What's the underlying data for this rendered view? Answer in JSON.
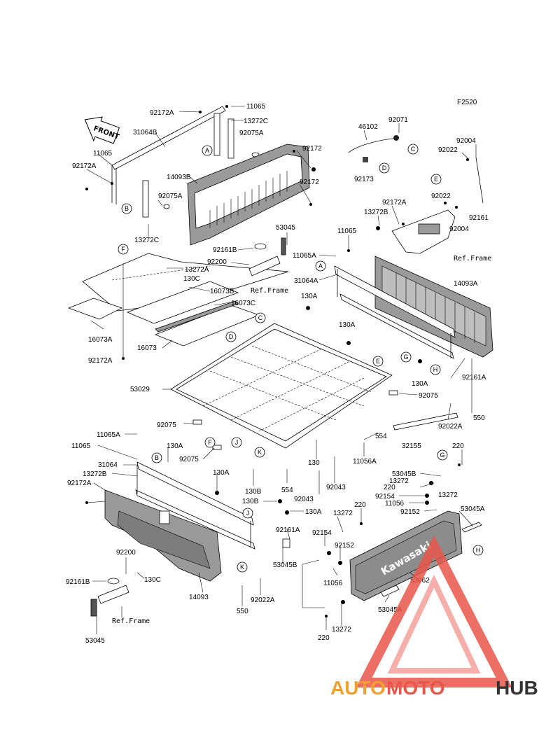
{
  "diagram_code": "F2520",
  "front_label": "FRONT",
  "brand_text": "Kawasaki",
  "watermark": {
    "auto": "AUTO",
    "moto": "MOTO",
    "hub": "HUB",
    "color_main": "#e8564a",
    "color_light": "#f29a94",
    "color_dark": "#333333"
  },
  "ref_frame_1": "Ref.Frame",
  "ref_frame_2": "Ref.Frame",
  "ref_frame_3": "Ref.Frame",
  "labels": {
    "l11065_1": "11065",
    "l92172A_1": "92172A",
    "l13272C_1": "13272C",
    "l31064B": "31064B",
    "l92075A_1": "92075A",
    "l11065_2": "11065",
    "l92172A_2": "92172A",
    "l92075A_2": "92075A",
    "l13272C_2": "13272C",
    "l14093B": "14093B",
    "l92172_1": "92172",
    "l92172_2": "92172",
    "l46102": "46102",
    "l92071": "92071",
    "l92173": "92173",
    "l92004_1": "92004",
    "l92022_1": "92022",
    "l92022_2": "92022",
    "l92161_1": "92161",
    "l92004_2": "92004",
    "l92172A_3": "92172A",
    "l13272B_1": "13272B",
    "l53045_1": "53045",
    "l92161B_1": "92161B",
    "l92200_1": "92200",
    "l130C_1": "130C",
    "l11065_3": "11065",
    "l11065A_1": "11065A",
    "l31064A": "31064A",
    "l130A_1": "130A",
    "l130A_2": "130A",
    "l14093A": "14093A",
    "l13272A": "13272A",
    "l16073B": "16073B",
    "l16073C": "16073C",
    "l16073A": "16073A",
    "l16073": "16073",
    "l92172A_4": "92172A",
    "l53029": "53029",
    "l130A_3": "130A",
    "l92161A_1": "92161A",
    "l92075_1": "92075",
    "l550_1": "550",
    "l92022A_1": "92022A",
    "l32155": "32155",
    "l554_1": "554",
    "l11056A": "11056A",
    "l92075A_3": "92075",
    "l92075_2": "92075",
    "l11065A_2": "11065A",
    "l11065_4": "11065",
    "l130A_4": "130A",
    "l31064": "31064",
    "l13272B_2": "13272B",
    "l92172A_5": "92172A",
    "l130A_5": "130A",
    "l130": "130",
    "l554_2": "554",
    "l130B_1": "130B",
    "l130B_2": "130B",
    "l92043_1": "92043",
    "l92043_2": "92043",
    "l130A_6": "130A",
    "l92161A_2": "92161A",
    "l220_1": "220",
    "l53045B_1": "53045B",
    "l13272_1": "13272",
    "l220_2": "220",
    "l92154_1": "92154",
    "l11056_1": "11056",
    "l92152_1": "92152",
    "l13272_2": "13272",
    "l53045A_1": "53045A",
    "l13272_3": "13272",
    "l220_3": "220",
    "l92154_2": "92154",
    "l92152_2": "92152",
    "l53045B_2": "53045B",
    "l11056_2": "11056",
    "l53062": "53062",
    "l53045A_2": "53045A",
    "l220_4": "220",
    "l13272_4": "13272",
    "l92200_2": "92200",
    "l92161B_2": "92161B",
    "l130C_2": "130C",
    "l14093": "14093",
    "l92022A_2": "92022A",
    "l550_2": "550",
    "l53045_2": "53045"
  },
  "callouts": [
    "A",
    "B",
    "C",
    "D",
    "E",
    "F",
    "G",
    "H",
    "J",
    "K"
  ]
}
